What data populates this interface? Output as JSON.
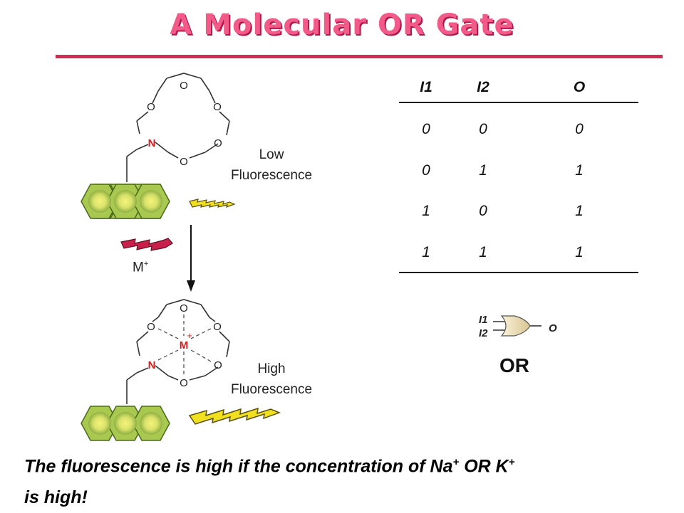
{
  "title": "A Molecular OR Gate",
  "labels": {
    "low_line1": "Low",
    "low_line2": "Fluorescence",
    "high_line1": "High",
    "high_line2": "Fluorescence",
    "m_plus_base": "M",
    "m_plus_sup": "+"
  },
  "molecule": {
    "oxygen": "O",
    "nitrogen": "N",
    "metal": "M",
    "plus": "+"
  },
  "truth_table": {
    "headers": [
      "I1",
      "I2",
      "O"
    ],
    "rows": [
      [
        "0",
        "0",
        "0"
      ],
      [
        "0",
        "1",
        "1"
      ],
      [
        "1",
        "0",
        "1"
      ],
      [
        "1",
        "1",
        "1"
      ]
    ]
  },
  "gate": {
    "input1": "I1",
    "input2": "I2",
    "output": "O",
    "name": "OR"
  },
  "caption": {
    "part1": "The fluorescence is high if the concentration of Na",
    "sup1": "+",
    "part2": " OR K",
    "sup2": "+",
    "part3": "is high!"
  },
  "colors": {
    "title": "#f25a8a",
    "rule": "#cc2e55",
    "ring_fill": "#a8c850",
    "ring_center": "#f4f070",
    "nitrogen": "#d21c1c",
    "metal": "#d21c1c",
    "bolt_yellow": "#f0e020",
    "bolt_red": "#c8204a",
    "gate_fill": "#efe0b8"
  }
}
